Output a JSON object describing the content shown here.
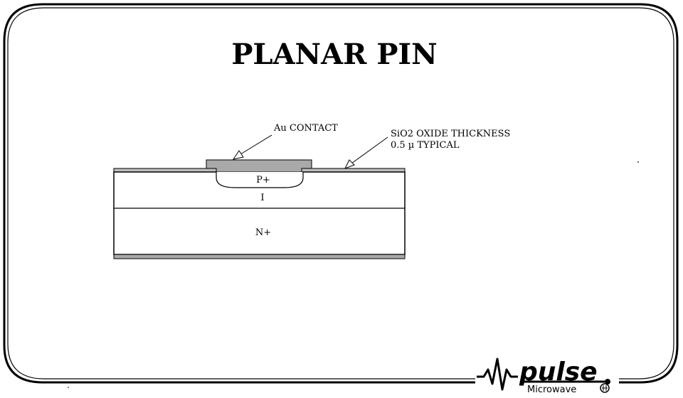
{
  "title": "PLANAR PIN",
  "labels": {
    "au_contact": "Au CONTACT",
    "oxide_line1": "SiO2 OXIDE THICKNESS",
    "oxide_line2": "0.5 µ TYPICAL",
    "p_plus": "P+",
    "intrinsic": "I",
    "n_plus": "N+"
  },
  "logo": {
    "name": "pulse",
    "subtitle": "Microwave"
  },
  "colors": {
    "ink": "#000000",
    "contact_fill": "#a9a9a9",
    "oxide_fill": "#bdbdbd",
    "background": "#ffffff"
  }
}
